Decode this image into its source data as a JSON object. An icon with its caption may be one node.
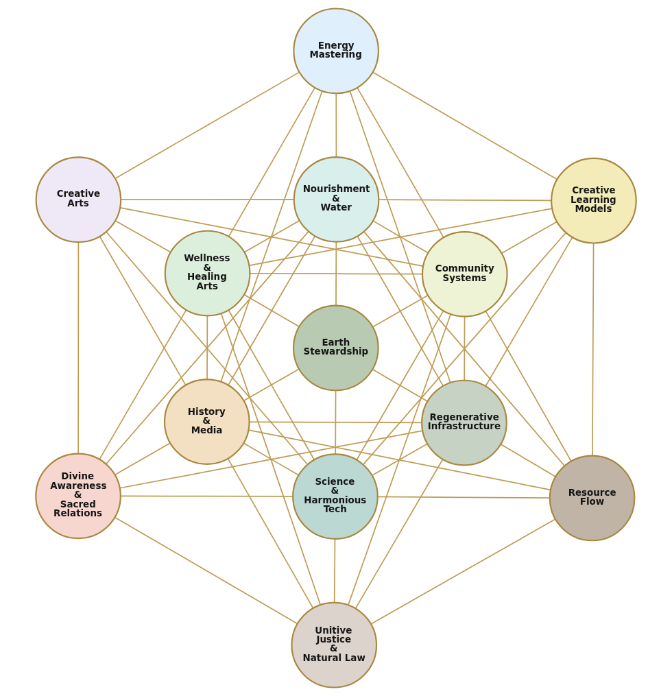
{
  "diagram": {
    "nodes": [
      {
        "text": [
          "Energy Mastering"
        ]
      },
      {
        "text": [
          "Creative Arts"
        ]
      },
      {
        "text": [
          "Nourishment & Water"
        ]
      },
      {
        "text": [
          "Creative Learning Models"
        ]
      },
      {
        "text": [
          "Wellness & Healing Arts"
        ]
      },
      {
        "text": [
          "Community Systems"
        ]
      },
      {
        "text": [
          "Earth Stewardship"
        ]
      },
      {
        "text": [
          "History & Media"
        ]
      },
      {
        "text": [
          "Regenerative Infrastructure"
        ]
      },
      {
        "text": [
          "Divine Awareness & Sacred Relations"
        ]
      },
      {
        "text": [
          "Science & Harmonious Tech"
        ]
      },
      {
        "text": [
          "Resource Flow"
        ]
      },
      {
        "text": [
          "Unitive Justice & Natural Law"
        ]
      }
    ],
    "edges": [
      {
        "from": 0,
        "to": 1,
        "arrow": "none"
      },
      {
        "from": 0,
        "to": 2,
        "arrow": "none"
      },
      {
        "from": 0,
        "to": 3,
        "arrow": "none"
      },
      {
        "from": 0,
        "to": 4,
        "arrow": "none"
      },
      {
        "from": 0,
        "to": 5,
        "arrow": "none"
      },
      {
        "from": 0,
        "to": 7,
        "arrow": "none"
      },
      {
        "from": 0,
        "to": 8,
        "arrow": "none"
      },
      {
        "from": 1,
        "to": 2,
        "arrow": "none"
      },
      {
        "from": 1,
        "to": 4,
        "arrow": "none"
      },
      {
        "from": 1,
        "to": 5,
        "arrow": "none"
      },
      {
        "from": 1,
        "to": 7,
        "arrow": "none"
      },
      {
        "from": 1,
        "to": 9,
        "arrow": "none"
      },
      {
        "from": 1,
        "to": 10,
        "arrow": "none"
      },
      {
        "from": 2,
        "to": 3,
        "arrow": "none"
      },
      {
        "from": 2,
        "to": 4,
        "arrow": "none"
      },
      {
        "from": 2,
        "to": 5,
        "arrow": "none"
      },
      {
        "from": 2,
        "to": 6,
        "arrow": "none"
      },
      {
        "from": 2,
        "to": 7,
        "arrow": "none"
      },
      {
        "from": 2,
        "to": 8,
        "arrow": "none"
      },
      {
        "from": 2,
        "to": 9,
        "arrow": "none"
      },
      {
        "from": 2,
        "to": 11,
        "arrow": "none"
      },
      {
        "from": 3,
        "to": 4,
        "arrow": "none"
      },
      {
        "from": 3,
        "to": 5,
        "arrow": "none"
      },
      {
        "from": 3,
        "to": 8,
        "arrow": "none"
      },
      {
        "from": 3,
        "to": 10,
        "arrow": "none"
      },
      {
        "from": 3,
        "to": 11,
        "arrow": "none"
      },
      {
        "from": 4,
        "to": 5,
        "arrow": "none"
      },
      {
        "from": 4,
        "to": 6,
        "arrow": "none"
      },
      {
        "from": 4,
        "to": 7,
        "arrow": "none"
      },
      {
        "from": 4,
        "to": 9,
        "arrow": "none"
      },
      {
        "from": 4,
        "to": 10,
        "arrow": "none"
      },
      {
        "from": 4,
        "to": 12,
        "arrow": "none"
      },
      {
        "from": 5,
        "to": 6,
        "arrow": "none"
      },
      {
        "from": 5,
        "to": 8,
        "arrow": "none"
      },
      {
        "from": 5,
        "to": 10,
        "arrow": "none"
      },
      {
        "from": 5,
        "to": 11,
        "arrow": "none"
      },
      {
        "from": 5,
        "to": 12,
        "arrow": "none"
      },
      {
        "from": 6,
        "to": 7,
        "arrow": "none"
      },
      {
        "from": 6,
        "to": 8,
        "arrow": "none"
      },
      {
        "from": 6,
        "to": 10,
        "arrow": "none"
      },
      {
        "from": 7,
        "to": 8,
        "arrow": "none"
      },
      {
        "from": 7,
        "to": 9,
        "arrow": "none"
      },
      {
        "from": 7,
        "to": 10,
        "arrow": "none"
      },
      {
        "from": 7,
        "to": 11,
        "arrow": "none"
      },
      {
        "from": 7,
        "to": 12,
        "arrow": "none"
      },
      {
        "from": 8,
        "to": 9,
        "arrow": "none"
      },
      {
        "from": 8,
        "to": 10,
        "arrow": "none"
      },
      {
        "from": 8,
        "to": 11,
        "arrow": "none"
      },
      {
        "from": 8,
        "to": 12,
        "arrow": "none"
      },
      {
        "from": 9,
        "to": 10,
        "arrow": "none"
      },
      {
        "from": 9,
        "to": 12,
        "arrow": "none"
      },
      {
        "from": 10,
        "to": 11,
        "arrow": "none"
      },
      {
        "from": 10,
        "to": 12,
        "arrow": "none"
      },
      {
        "from": 11,
        "to": 12,
        "arrow": "none"
      }
    ]
  }
}
